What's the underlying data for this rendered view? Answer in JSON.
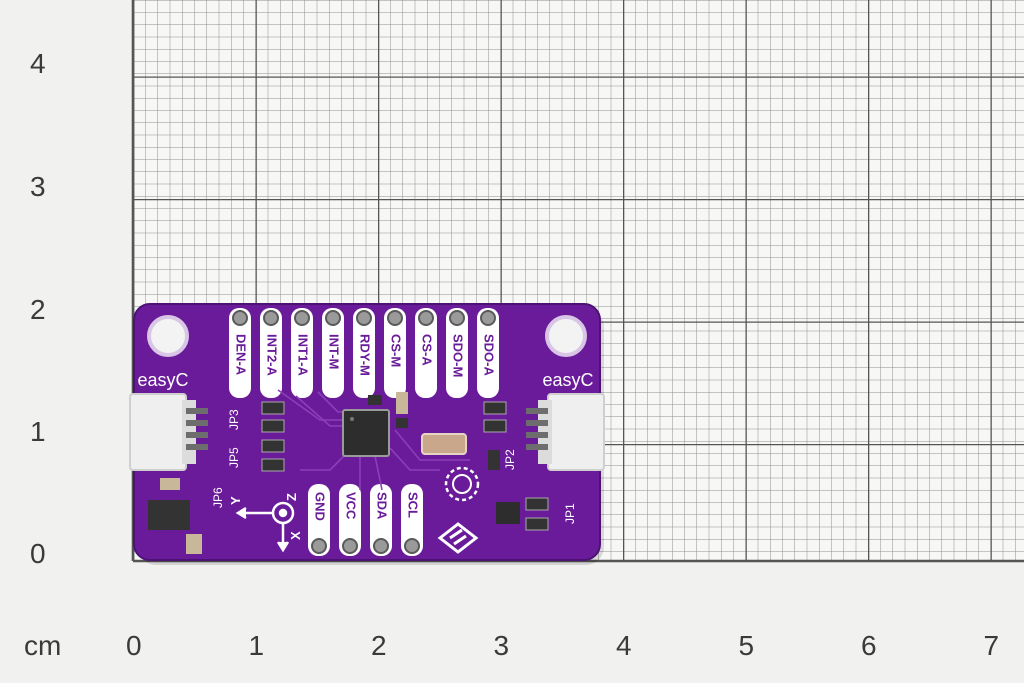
{
  "ruler": {
    "unit": "cm",
    "x_labels": [
      "0",
      "1",
      "2",
      "3",
      "4",
      "5",
      "6",
      "7"
    ],
    "y_labels": [
      "0",
      "1",
      "2",
      "3",
      "4"
    ]
  },
  "board": {
    "color": "#6a1b9a",
    "connector_left": "easyC",
    "connector_right": "easyC",
    "top_pins": [
      "DEN-A",
      "INT2-A",
      "INT1-A",
      "INT-M",
      "RDY-M",
      "CS-M",
      "CS-A",
      "SDO-M",
      "SDO-A"
    ],
    "bottom_pins": [
      "GND",
      "VCC",
      "SDA",
      "SCL"
    ],
    "jumpers": [
      "JP3",
      "JP5",
      "JP6",
      "JP2",
      "JP1"
    ],
    "axes": [
      "Z",
      "Y",
      "X"
    ]
  },
  "colors": {
    "background": "#f1f1f0",
    "grid_major": "#5a5a5a",
    "grid_minor": "#9a9a9a",
    "board_purple": "#6a1b9a",
    "silkscreen": "#ffffff"
  }
}
